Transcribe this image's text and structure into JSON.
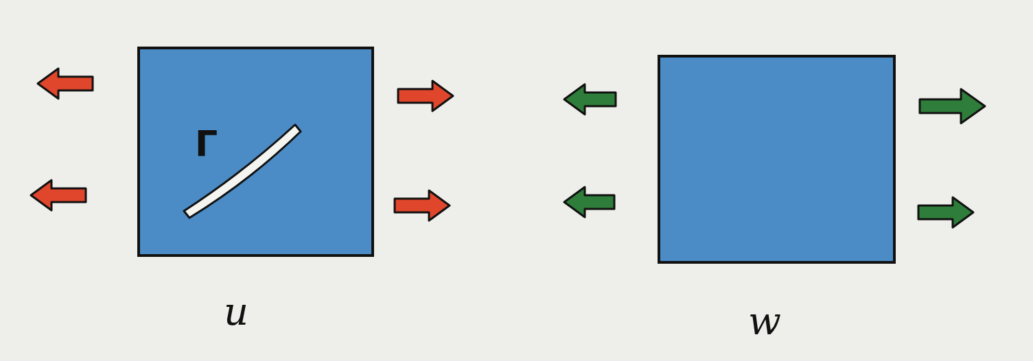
{
  "diagram": {
    "nodes": [
      {
        "text": [
          "Γ",
          "u"
        ]
      },
      {
        "text": [
          "w"
        ]
      }
    ]
  }
}
